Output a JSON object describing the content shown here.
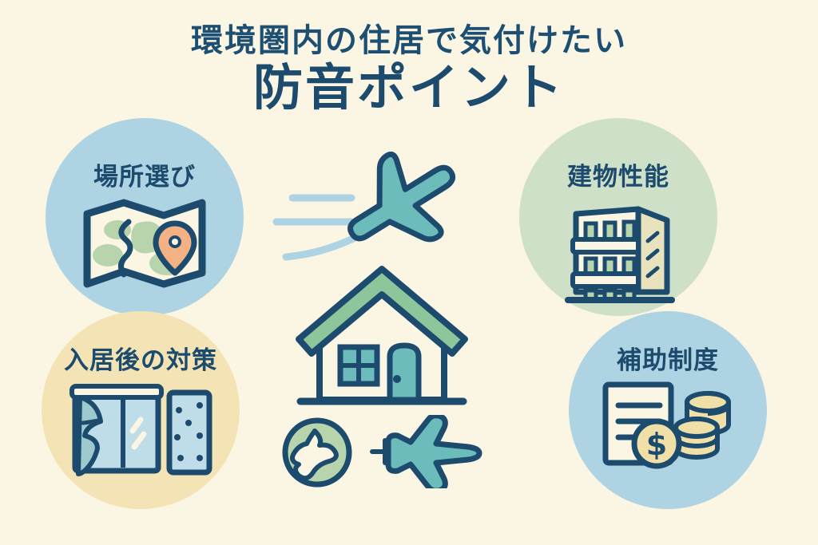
{
  "poster": {
    "background_color": "#fbf6e4",
    "ink_color": "#1c4b6e"
  },
  "title": {
    "subtitle": "環境圏内の住居で気付けたい",
    "headline": "防音ポイント"
  },
  "bubbles": [
    {
      "key": "location",
      "label": "場所選び",
      "icon": "folded-map-icon",
      "circle_color": "#aed3e3",
      "position": "top-left"
    },
    {
      "key": "building",
      "label": "建物性能",
      "icon": "apartment-building-icon",
      "circle_color": "#cfe0c8",
      "position": "top-right"
    },
    {
      "key": "measures",
      "label": "入居後の対策",
      "icon": "window-curtain-and-acoustic-panel-icon",
      "circle_color": "#f4e3b4",
      "position": "bottom-left"
    },
    {
      "key": "subsidy",
      "label": "補助制度",
      "icon": "document-and-coins-icon",
      "circle_color": "#aed3e3",
      "position": "bottom-right"
    }
  ],
  "center": {
    "plane_top": "airplane-taking-off-icon",
    "speed_lines": "motion-lines-icon",
    "house": "house-icon",
    "region_badge": "region-outline-badge-icon",
    "plane_bottom": "airplane-side-icon"
  },
  "palette": {
    "ink": "#1c4b6e",
    "teal": "#6cbcbc",
    "green": "#8ec69b",
    "pale_green": "#b7d4ac",
    "sky": "#aed3e3",
    "pale_sky": "#bfdde9",
    "sand": "#f4e3b4",
    "coin": "#f0e0a8",
    "orange": "#f4b183",
    "paper": "#fbf6e4"
  }
}
